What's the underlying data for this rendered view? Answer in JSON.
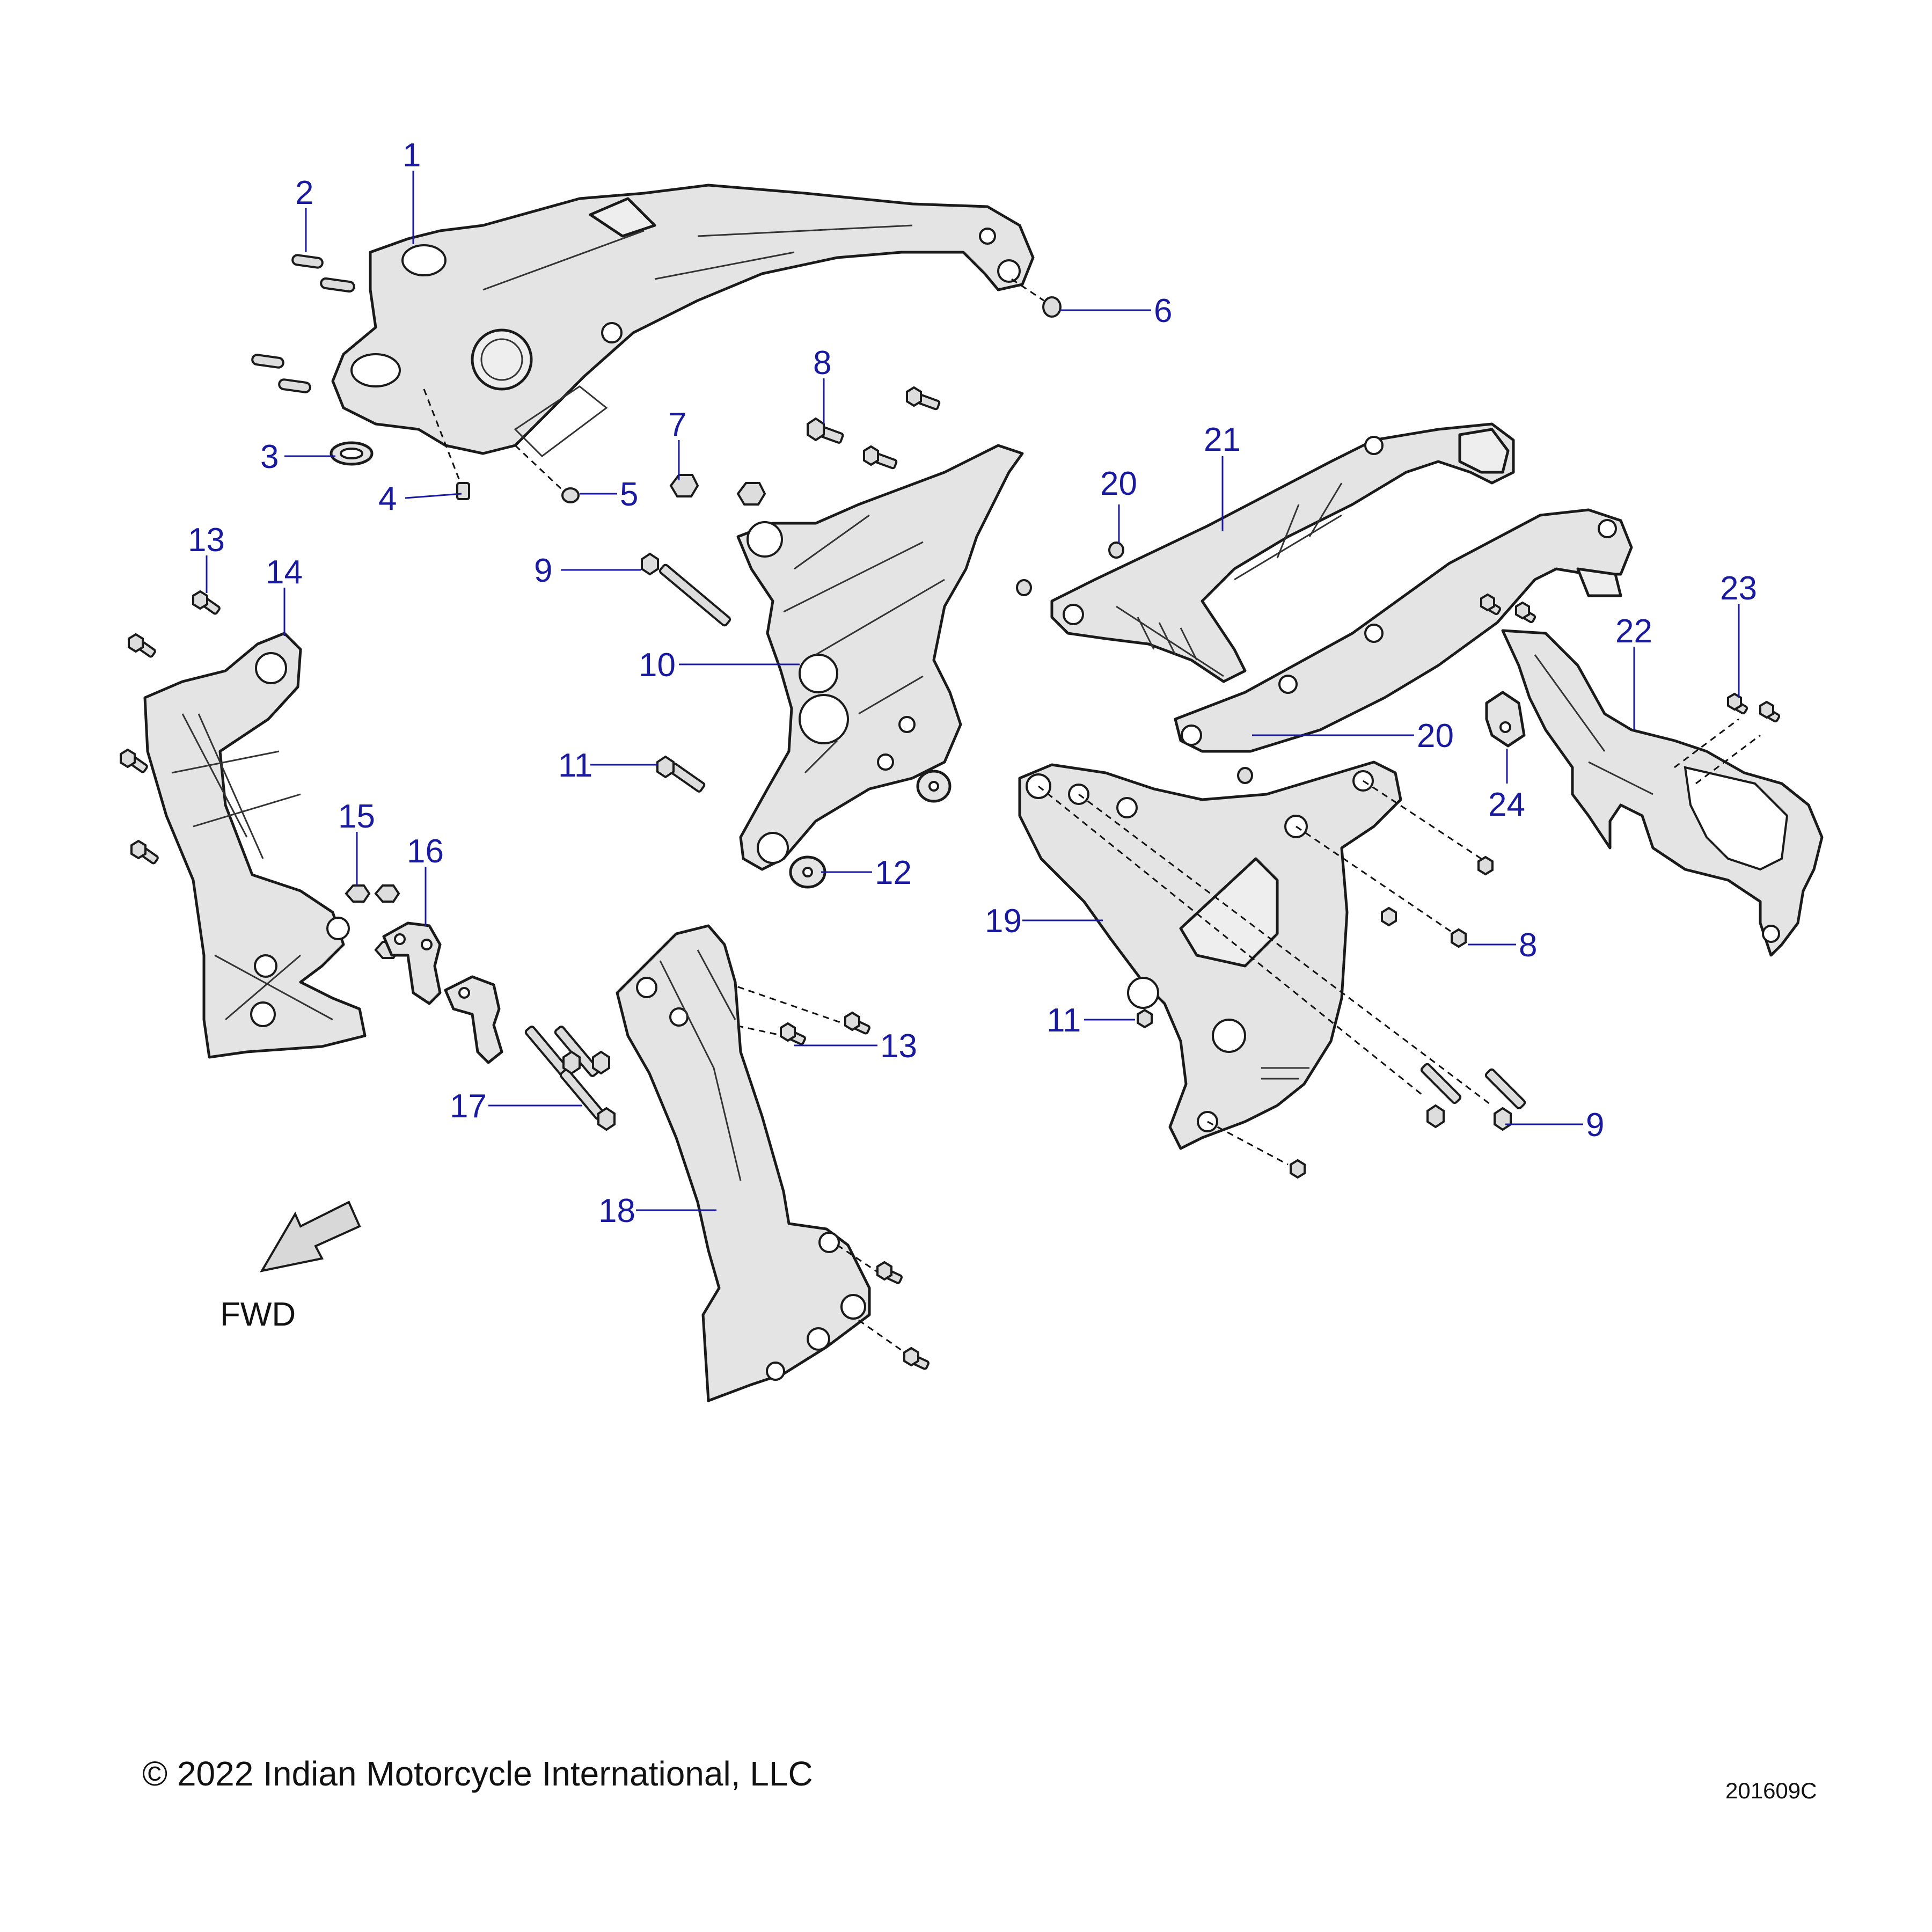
{
  "diagram": {
    "callouts": [
      "1",
      "2",
      "3",
      "4",
      "5",
      "6",
      "7",
      "8",
      "9",
      "10",
      "11",
      "12",
      "13",
      "14",
      "15",
      "16",
      "17",
      "18",
      "19",
      "20",
      "21",
      "22",
      "23",
      "24"
    ],
    "fwd_label": "FWD"
  },
  "footer": {
    "copyright": "© 2022 Indian Motorcycle International, LLC",
    "drawing_number": "201609C"
  },
  "colors": {
    "callout": "#1a1aa0",
    "part_fill": "#e4e4e4",
    "outline": "#1a1a1a"
  }
}
